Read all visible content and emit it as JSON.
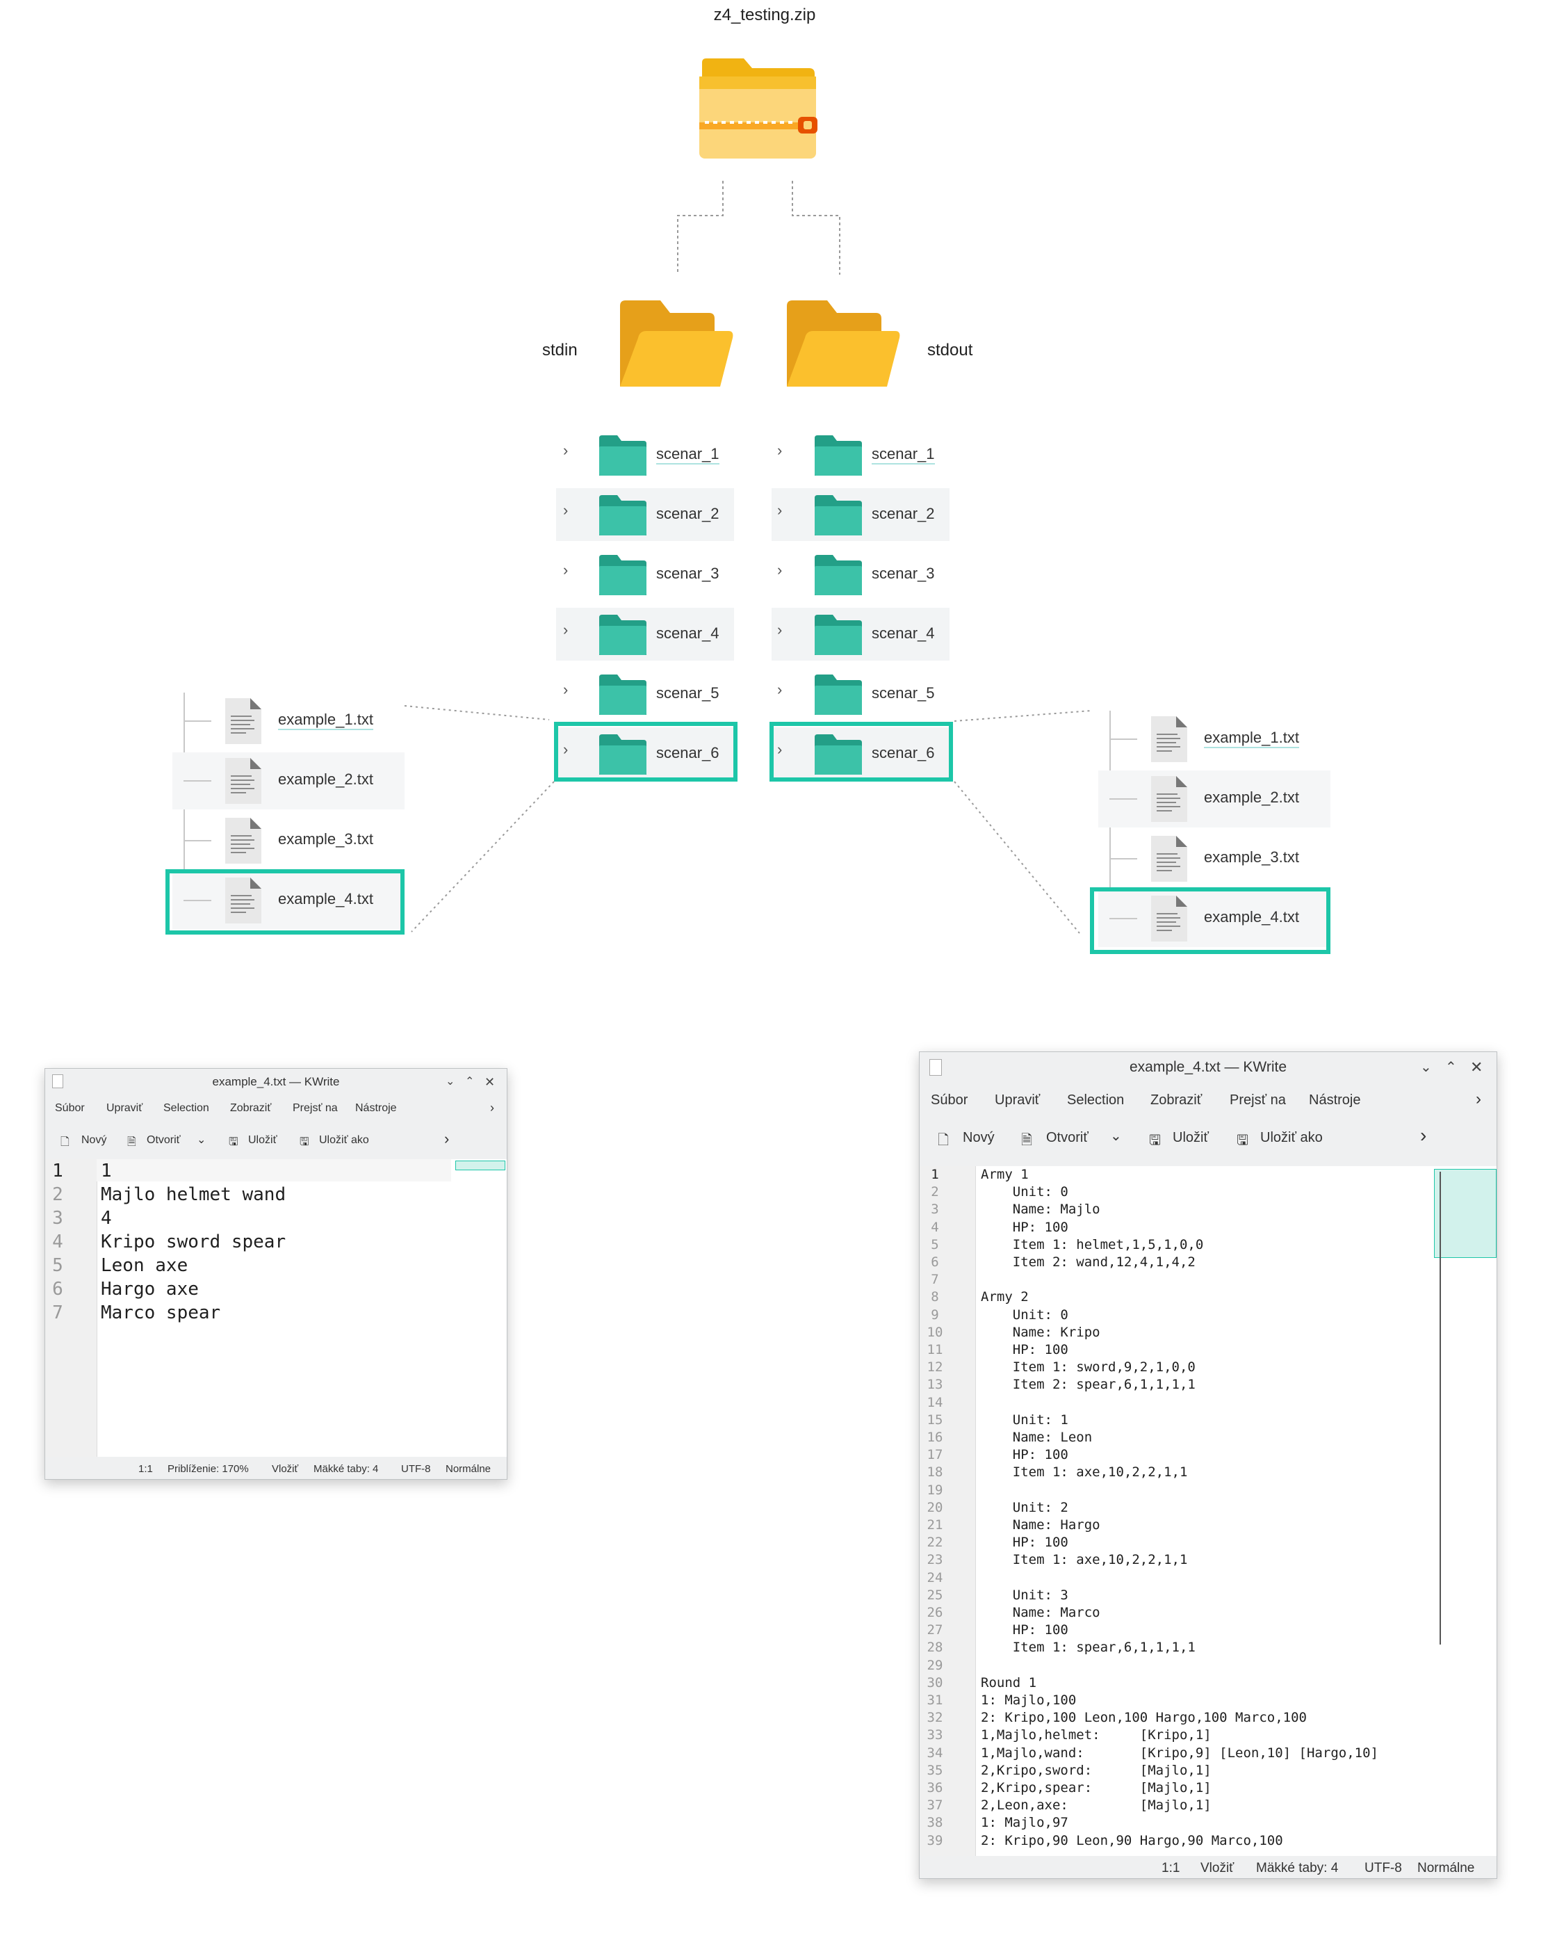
{
  "zip": {
    "label": "z4_testing.zip"
  },
  "stdin": {
    "label": "stdin"
  },
  "stdout": {
    "label": "stdout"
  },
  "scenarios": [
    "scenar_1",
    "scenar_2",
    "scenar_3",
    "scenar_4",
    "scenar_5",
    "scenar_6"
  ],
  "files": [
    "example_1.txt",
    "example_2.txt",
    "example_3.txt",
    "example_4.txt"
  ],
  "colors": {
    "highlight": "#1dc6a8",
    "folder_teal": "#3cc2a8",
    "folder_yellow": "#fbc02d"
  },
  "left_window": {
    "title": "example_4.txt — KWrite",
    "menu": [
      "Súbor",
      "Upraviť",
      "Selection",
      "Zobraziť",
      "Prejsť na",
      "Nástroje"
    ],
    "toolbar": [
      "Nový",
      "Otvoriť",
      "Uložiť",
      "Uložiť ako"
    ],
    "lines": [
      "1",
      "Majlo helmet wand",
      "4",
      "Kripo sword spear",
      "Leon axe",
      "Hargo axe",
      "Marco spear"
    ],
    "status": [
      "1:1",
      "Priblíženie: 170%",
      "Vložiť",
      "Mäkké taby: 4",
      "UTF-8",
      "Normálne"
    ]
  },
  "right_window": {
    "title": "example_4.txt — KWrite",
    "menu": [
      "Súbor",
      "Upraviť",
      "Selection",
      "Zobraziť",
      "Prejsť na",
      "Nástroje"
    ],
    "toolbar": [
      "Nový",
      "Otvoriť",
      "Uložiť",
      "Uložiť ako"
    ],
    "lines": [
      "Army 1",
      "    Unit: 0",
      "    Name: Majlo",
      "    HP: 100",
      "    Item 1: helmet,1,5,1,0,0",
      "    Item 2: wand,12,4,1,4,2",
      "",
      "Army 2",
      "    Unit: 0",
      "    Name: Kripo",
      "    HP: 100",
      "    Item 1: sword,9,2,1,0,0",
      "    Item 2: spear,6,1,1,1,1",
      "",
      "    Unit: 1",
      "    Name: Leon",
      "    HP: 100",
      "    Item 1: axe,10,2,2,1,1",
      "",
      "    Unit: 2",
      "    Name: Hargo",
      "    HP: 100",
      "    Item 1: axe,10,2,2,1,1",
      "",
      "    Unit: 3",
      "    Name: Marco",
      "    HP: 100",
      "    Item 1: spear,6,1,1,1,1",
      "",
      "Round 1",
      "1: Majlo,100",
      "2: Kripo,100 Leon,100 Hargo,100 Marco,100",
      "1,Majlo,helmet:     [Kripo,1]",
      "1,Majlo,wand:       [Kripo,9] [Leon,10] [Hargo,10]",
      "2,Kripo,sword:      [Majlo,1]",
      "2,Kripo,spear:      [Majlo,1]",
      "2,Leon,axe:         [Majlo,1]",
      "1: Majlo,97",
      "2: Kripo,90 Leon,90 Hargo,90 Marco,100"
    ],
    "status": [
      "1:1",
      "Vložiť",
      "Mäkké taby: 4",
      "UTF-8",
      "Normálne"
    ]
  }
}
